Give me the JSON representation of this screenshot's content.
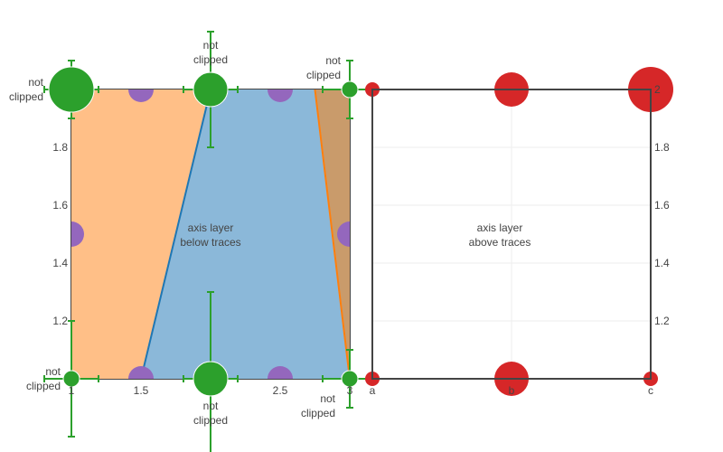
{
  "chart_data": [
    {
      "type": "scatter",
      "subplot": "left",
      "axis_layer": "below traces",
      "annotation": [
        "axis layer",
        "below traces"
      ],
      "xlim": [
        1,
        3
      ],
      "ylim": [
        1,
        2
      ],
      "x_ticks": [
        {
          "value": 1,
          "label": "1"
        },
        {
          "value": 1.5,
          "label": "1.5"
        },
        {
          "value": 2.5,
          "label": "2.5"
        },
        {
          "value": 3,
          "label": "3"
        }
      ],
      "y_ticks": [
        {
          "value": 1.2,
          "label": "1.2"
        },
        {
          "value": 1.4,
          "label": "1.4"
        },
        {
          "value": 1.6,
          "label": "1.6"
        },
        {
          "value": 1.8,
          "label": "1.8"
        }
      ],
      "grid": true,
      "series": [
        {
          "kind": "area",
          "fill_color": "#ffbf87",
          "points": [
            [
              1,
              2
            ],
            [
              2,
              2
            ],
            [
              1.5,
              1
            ],
            [
              1,
              1
            ]
          ]
        },
        {
          "kind": "area",
          "fill_color": "#8bb8d9",
          "line_color": "#1f77b4",
          "points": [
            [
              1.5,
              1
            ],
            [
              2,
              2
            ],
            [
              2.75,
              2
            ],
            [
              3,
              1
            ]
          ]
        },
        {
          "kind": "area",
          "fill_color": "#c99b6b",
          "line_color": "#ff7f0e",
          "points": [
            [
              2.75,
              2
            ],
            [
              3,
              2
            ],
            [
              3,
              1
            ]
          ]
        },
        {
          "kind": "markers",
          "color": "#9467bd",
          "points": [
            [
              1,
              1.5
            ],
            [
              1.5,
              1
            ],
            [
              1.5,
              2
            ],
            [
              2.5,
              1
            ],
            [
              2.5,
              2
            ],
            [
              3,
              1.5
            ]
          ]
        },
        {
          "kind": "markers_with_errorbars",
          "color": "#2ca02c",
          "points": [
            {
              "x": 1,
              "y": 2,
              "size": "large",
              "error": 0.1
            },
            {
              "x": 2,
              "y": 2,
              "size": "medium",
              "error": 0.2
            },
            {
              "x": 3,
              "y": 2,
              "size": "small",
              "error": 0.1
            },
            {
              "x": 1,
              "y": 1,
              "size": "small",
              "error": 0.2
            },
            {
              "x": 2,
              "y": 1,
              "size": "medium",
              "error": 0.3
            },
            {
              "x": 3,
              "y": 1,
              "size": "small",
              "error": 0.1
            }
          ]
        }
      ],
      "point_labels": [
        {
          "text": [
            "not",
            "clipped"
          ],
          "x": 1,
          "y": 2,
          "anchor": "left"
        },
        {
          "text": [
            "not",
            "clipped"
          ],
          "x": 2,
          "y": 2,
          "anchor": "top"
        },
        {
          "text": [
            "not",
            "clipped"
          ],
          "x": 3,
          "y": 2,
          "anchor": "top-left"
        },
        {
          "text": [
            "not",
            "clipped"
          ],
          "x": 1,
          "y": 1,
          "anchor": "left"
        },
        {
          "text": [
            "not",
            "clipped"
          ],
          "x": 2,
          "y": 1,
          "anchor": "bottom"
        },
        {
          "text": [
            "not",
            "clipped"
          ],
          "x": 3,
          "y": 1,
          "anchor": "bottom-left"
        }
      ]
    },
    {
      "type": "scatter",
      "subplot": "right",
      "axis_layer": "above traces",
      "annotation": [
        "axis layer",
        "above traces"
      ],
      "categories": [
        "a",
        "b",
        "c"
      ],
      "ylim": [
        1,
        2
      ],
      "y_ticks": [
        {
          "value": 1.2,
          "label": "1.2"
        },
        {
          "value": 1.4,
          "label": "1.4"
        },
        {
          "value": 1.6,
          "label": "1.6"
        },
        {
          "value": 1.8,
          "label": "1.8"
        },
        {
          "value": 2,
          "label": "2"
        }
      ],
      "y_axis_side": "right",
      "grid": true,
      "series": [
        {
          "kind": "markers",
          "color": "#d62728",
          "points": [
            {
              "x": "a",
              "y": 2,
              "size": "small"
            },
            {
              "x": "b",
              "y": 2,
              "size": "medium"
            },
            {
              "x": "c",
              "y": 2,
              "size": "large"
            },
            {
              "x": "a",
              "y": 1,
              "size": "small"
            },
            {
              "x": "b",
              "y": 1,
              "size": "medium"
            },
            {
              "x": "c",
              "y": 1,
              "size": "small"
            }
          ]
        }
      ]
    }
  ]
}
